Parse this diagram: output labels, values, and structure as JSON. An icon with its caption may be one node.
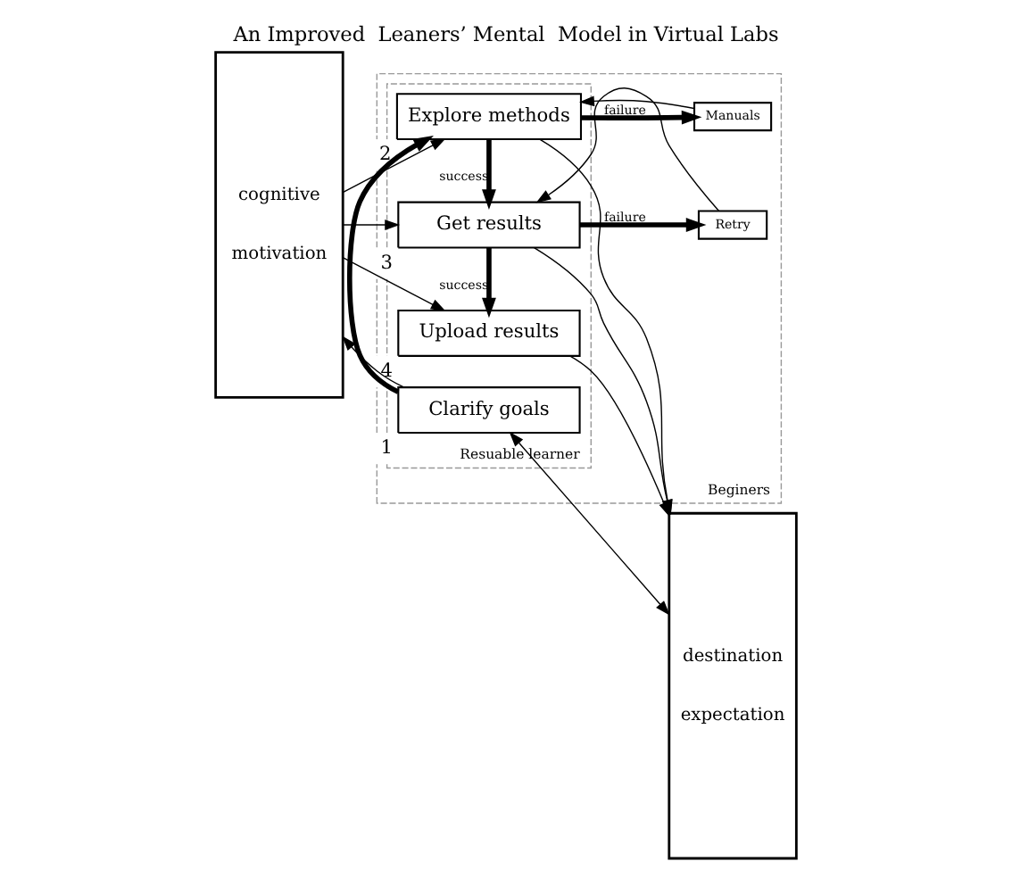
{
  "diagram": {
    "title": "An Improved  Leaners’ Mental  Model in Virtual Labs",
    "nodes": [
      {
        "text": [
          "cognitive",
          "motivation"
        ]
      },
      {
        "text": [
          "Beginers"
        ]
      },
      {
        "text": [
          "Resuable learner"
        ],
        "in": 1
      },
      {
        "text": [
          "Clarify goals"
        ],
        "in": 2,
        "beside": [
          "1"
        ]
      },
      {
        "text": [
          "Manuals"
        ],
        "in": 1
      },
      {
        "text": [
          "Explore methods"
        ],
        "in": 2,
        "beside": [
          "2"
        ]
      },
      {
        "text": [
          "Retry"
        ],
        "in": 1
      },
      {
        "text": [
          "Get results"
        ],
        "in": 2,
        "beside": [
          "3"
        ]
      },
      {
        "text": [
          "Upload results"
        ],
        "in": 2,
        "beside": [
          "4"
        ]
      },
      {
        "text": [
          "destination",
          "expectation"
        ]
      }
    ],
    "edges": [
      {
        "from": 3,
        "to": 0,
        "arrow": "to"
      },
      {
        "from": 9,
        "to": 3,
        "arrow": "both"
      },
      {
        "from": 3,
        "to": 5,
        "arrow": "to",
        "style": "thick"
      },
      {
        "from": 4,
        "to": 5,
        "arrow": "to"
      },
      {
        "from": 5,
        "to": 4,
        "arrow": "to",
        "label": "failure",
        "style": "thick"
      },
      {
        "from": 0,
        "to": 5,
        "arrow": "to"
      },
      {
        "from": 5,
        "to": 9,
        "arrow": "to"
      },
      {
        "from": 5,
        "to": 7,
        "arrow": "to",
        "label": "success",
        "style": "thick"
      },
      {
        "from": 6,
        "to": 7,
        "arrow": "to"
      },
      {
        "from": 7,
        "to": 6,
        "arrow": "to",
        "label": "failure",
        "style": "thick"
      },
      {
        "from": 0,
        "to": 7,
        "arrow": "to"
      },
      {
        "from": 7,
        "to": 9,
        "arrow": "to"
      },
      {
        "from": 7,
        "to": 8,
        "arrow": "to",
        "label": "success",
        "style": "thick"
      },
      {
        "from": 0,
        "to": 8,
        "arrow": "to"
      },
      {
        "from": 8,
        "to": 9,
        "arrow": "to"
      }
    ]
  }
}
